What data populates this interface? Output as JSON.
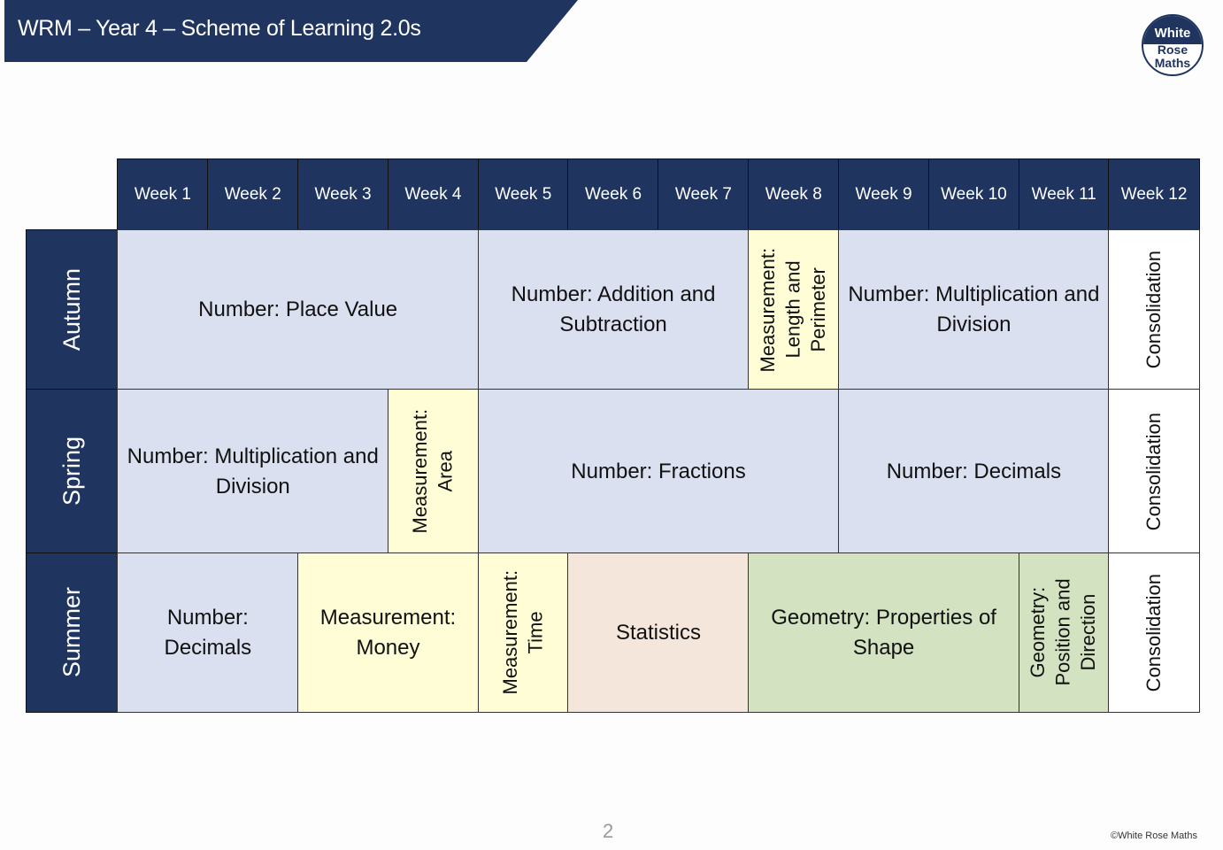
{
  "header": {
    "title": "WRM – Year 4 – Scheme of Learning 2.0s",
    "logo_text": "White Rose Maths"
  },
  "weeks": [
    "Week 1",
    "Week 2",
    "Week 3",
    "Week 4",
    "Week 5",
    "Week 6",
    "Week 7",
    "Week 8",
    "Week 9",
    "Week 10",
    "Week 11",
    "Week 12"
  ],
  "colors": {
    "navy": "#1f3560",
    "number": "#dae0f0",
    "measurement": "#fefdd6",
    "statistics": "#f5e6dc",
    "geometry": "#d3e2c0",
    "consolidation": "#ffffff"
  },
  "terms": [
    {
      "name": "Autumn",
      "blocks": [
        {
          "label": "Number: Place Value",
          "start": 1,
          "end": 4,
          "type": "number"
        },
        {
          "label": "Number: Addition and Subtraction",
          "start": 5,
          "end": 7,
          "type": "number"
        },
        {
          "label": "Measurement: Length and Perimeter",
          "start": 8,
          "end": 8,
          "type": "measurement",
          "vertical": true
        },
        {
          "label": "Number: Multiplication and Division",
          "start": 9,
          "end": 11,
          "type": "number"
        },
        {
          "label": "Consolidation",
          "start": 12,
          "end": 12,
          "type": "consolidation",
          "vertical": true
        }
      ]
    },
    {
      "name": "Spring",
      "blocks": [
        {
          "label": "Number: Multiplication and Division",
          "start": 1,
          "end": 3,
          "type": "number"
        },
        {
          "label": "Measurement: Area",
          "start": 4,
          "end": 4,
          "type": "measurement",
          "vertical": true
        },
        {
          "label": "Number: Fractions",
          "start": 5,
          "end": 8,
          "type": "number"
        },
        {
          "label": "Number: Decimals",
          "start": 9,
          "end": 11,
          "type": "number"
        },
        {
          "label": "Consolidation",
          "start": 12,
          "end": 12,
          "type": "consolidation",
          "vertical": true
        }
      ]
    },
    {
      "name": "Summer",
      "blocks": [
        {
          "label": "Number: Decimals",
          "start": 1,
          "end": 2,
          "type": "number"
        },
        {
          "label": "Measurement: Money",
          "start": 3,
          "end": 4,
          "type": "measurement"
        },
        {
          "label": "Measurement: Time",
          "start": 5,
          "end": 5,
          "type": "measurement",
          "vertical": true
        },
        {
          "label": "Statistics",
          "start": 6,
          "end": 7,
          "type": "statistics"
        },
        {
          "label": "Geometry: Properties of Shape",
          "start": 8,
          "end": 10,
          "type": "geometry"
        },
        {
          "label": "Geometry: Position and Direction",
          "start": 11,
          "end": 11,
          "type": "geometry",
          "vertical": true
        },
        {
          "label": "Consolidation",
          "start": 12,
          "end": 12,
          "type": "consolidation",
          "vertical": true
        }
      ]
    }
  ],
  "footer": {
    "page": "2",
    "copyright": "©White Rose Maths"
  }
}
